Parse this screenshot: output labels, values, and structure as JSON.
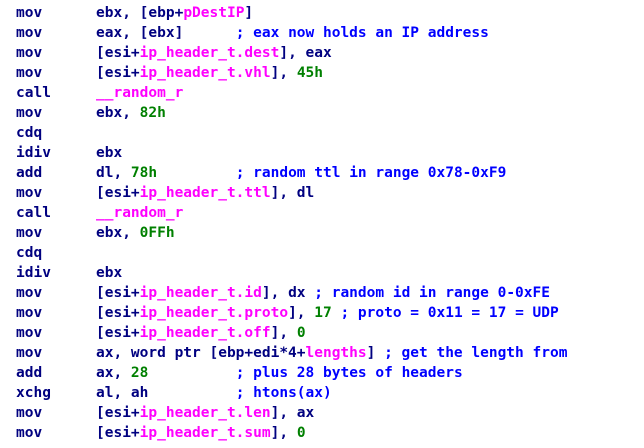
{
  "colors": {
    "background": "#ffffff",
    "code": "#000080",
    "name": "#ff00ff",
    "number": "#008000",
    "comment": "#0000ff"
  },
  "lines": [
    [
      {
        "t": "mov",
        "c": "m"
      },
      {
        "t": "ebx, [ebp+",
        "c": "pre"
      },
      {
        "t": "pDestIP",
        "c": "ptr"
      },
      {
        "t": "]",
        "c": "pre"
      }
    ],
    [
      {
        "t": "mov",
        "c": "m"
      },
      {
        "t": "eax, [ebx]      ",
        "c": "pre"
      },
      {
        "t": "; eax now holds an IP address",
        "c": "cmt"
      }
    ],
    [
      {
        "t": "mov",
        "c": "m"
      },
      {
        "t": "[esi+",
        "c": "pre"
      },
      {
        "t": "ip_header_t.dest",
        "c": "ptr"
      },
      {
        "t": "], eax",
        "c": "pre"
      }
    ],
    [
      {
        "t": "mov",
        "c": "m"
      },
      {
        "t": "[esi+",
        "c": "pre"
      },
      {
        "t": "ip_header_t.vhl",
        "c": "ptr"
      },
      {
        "t": "], ",
        "c": "pre"
      },
      {
        "t": "45h",
        "c": "num"
      }
    ],
    [
      {
        "t": "call",
        "c": "m"
      },
      {
        "t": "__random_r",
        "c": "ptr"
      }
    ],
    [
      {
        "t": "mov",
        "c": "m"
      },
      {
        "t": "ebx, ",
        "c": "pre"
      },
      {
        "t": "82h",
        "c": "num"
      }
    ],
    [
      {
        "t": "cdq",
        "c": "m"
      }
    ],
    [
      {
        "t": "idiv",
        "c": "m"
      },
      {
        "t": "ebx",
        "c": "pre"
      }
    ],
    [
      {
        "t": "add",
        "c": "m"
      },
      {
        "t": "dl, ",
        "c": "pre"
      },
      {
        "t": "78h",
        "c": "num"
      },
      {
        "t": "         ",
        "c": "pre"
      },
      {
        "t": "; random ttl in range 0x78-0xF9",
        "c": "cmt"
      }
    ],
    [
      {
        "t": "mov",
        "c": "m"
      },
      {
        "t": "[esi+",
        "c": "pre"
      },
      {
        "t": "ip_header_t.ttl",
        "c": "ptr"
      },
      {
        "t": "], dl",
        "c": "pre"
      }
    ],
    [
      {
        "t": "call",
        "c": "m"
      },
      {
        "t": "__random_r",
        "c": "ptr"
      }
    ],
    [
      {
        "t": "mov",
        "c": "m"
      },
      {
        "t": "ebx, ",
        "c": "pre"
      },
      {
        "t": "0FFh",
        "c": "num"
      }
    ],
    [
      {
        "t": "cdq",
        "c": "m"
      }
    ],
    [
      {
        "t": "idiv",
        "c": "m"
      },
      {
        "t": "ebx",
        "c": "pre"
      }
    ],
    [
      {
        "t": "mov",
        "c": "m"
      },
      {
        "t": "[esi+",
        "c": "pre"
      },
      {
        "t": "ip_header_t.id",
        "c": "ptr"
      },
      {
        "t": "], dx ",
        "c": "pre"
      },
      {
        "t": "; random id in range 0-0xFE",
        "c": "cmt"
      }
    ],
    [
      {
        "t": "mov",
        "c": "m"
      },
      {
        "t": "[esi+",
        "c": "pre"
      },
      {
        "t": "ip_header_t.proto",
        "c": "ptr"
      },
      {
        "t": "], ",
        "c": "pre"
      },
      {
        "t": "17",
        "c": "num"
      },
      {
        "t": " ",
        "c": "pre"
      },
      {
        "t": "; proto = 0x11 = 17 = UDP",
        "c": "cmt"
      }
    ],
    [
      {
        "t": "mov",
        "c": "m"
      },
      {
        "t": "[esi+",
        "c": "pre"
      },
      {
        "t": "ip_header_t.off",
        "c": "ptr"
      },
      {
        "t": "], ",
        "c": "pre"
      },
      {
        "t": "0",
        "c": "num"
      }
    ],
    [
      {
        "t": "mov",
        "c": "m"
      },
      {
        "t": "ax, word ptr [ebp+edi*4+",
        "c": "pre"
      },
      {
        "t": "lengths",
        "c": "ptr"
      },
      {
        "t": "] ",
        "c": "pre"
      },
      {
        "t": "; get the length from",
        "c": "cmt"
      }
    ],
    [
      {
        "t": "add",
        "c": "m"
      },
      {
        "t": "ax, ",
        "c": "pre"
      },
      {
        "t": "28",
        "c": "num"
      },
      {
        "t": "          ",
        "c": "pre"
      },
      {
        "t": "; plus 28 bytes of headers",
        "c": "cmt"
      }
    ],
    [
      {
        "t": "xchg",
        "c": "m"
      },
      {
        "t": "al, ah          ",
        "c": "pre"
      },
      {
        "t": "; htons(ax)",
        "c": "cmt"
      }
    ],
    [
      {
        "t": "mov",
        "c": "m"
      },
      {
        "t": "[esi+",
        "c": "pre"
      },
      {
        "t": "ip_header_t.len",
        "c": "ptr"
      },
      {
        "t": "], ax",
        "c": "pre"
      }
    ],
    [
      {
        "t": "mov",
        "c": "m"
      },
      {
        "t": "[esi+",
        "c": "pre"
      },
      {
        "t": "ip_header_t.sum",
        "c": "ptr"
      },
      {
        "t": "], ",
        "c": "pre"
      },
      {
        "t": "0",
        "c": "num"
      }
    ]
  ]
}
